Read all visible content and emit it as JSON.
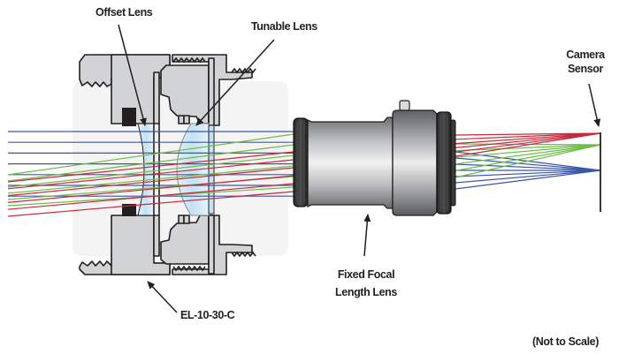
{
  "labels": {
    "offset_lens": "Offset Lens",
    "tunable_lens": "Tunable Lens",
    "camera_sensor_line1": "Camera",
    "camera_sensor_line2": "Sensor",
    "fixed_focal_line1": "Fixed Focal",
    "fixed_focal_line2": "Length Lens",
    "part_number": "EL-10-30-C",
    "scale_note": "(Not to Scale)"
  },
  "colors": {
    "ray_blue": "#3a56a8",
    "ray_green": "#6cbd45",
    "ray_red": "#c8283c",
    "housing_fill": "#d2d3d5",
    "outline": "#231f20",
    "glass": "#cfe7f5",
    "backdrop": "#f4f4f5"
  },
  "ray_bundles": [
    {
      "name": "blue",
      "description": "on-axis parallel rays",
      "count": 7,
      "focus": "lower sensor point"
    },
    {
      "name": "green",
      "description": "off-axis tilted rays",
      "count": 6,
      "focus": "middle sensor point"
    },
    {
      "name": "red",
      "description": "off-axis tilted rays (steeper)",
      "count": 6,
      "focus": "upper sensor point"
    }
  ]
}
